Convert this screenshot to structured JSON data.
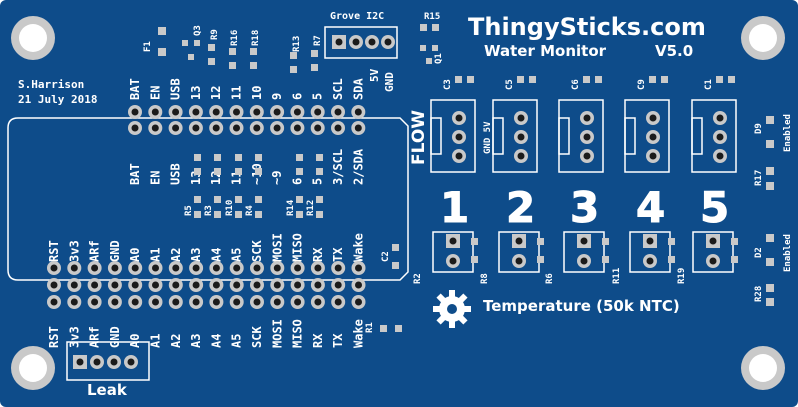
{
  "board": {
    "colors": {
      "pcb": "#0e4c8a",
      "silk": "#ffffff",
      "pad": "#c9c9c9",
      "hole": "#1b1b1b"
    },
    "brand": "ThingySticks.com",
    "product": "Water Monitor",
    "version": "V5.0",
    "author": "S.Harrison",
    "date": "21 July 2018",
    "grove_label": "Grove I2C",
    "grove_pins": [
      "5V",
      "GND"
    ],
    "flow_label": "FLOW",
    "flow_pin_label": "GND 5V",
    "channels": [
      "1",
      "2",
      "3",
      "4",
      "5"
    ],
    "temperature_label": "Temperature (50k NTC)",
    "leak_label": "Leak",
    "enabled_label": "Enabled",
    "header_top_outer": [
      "BAT",
      "EN",
      "USB",
      "13",
      "12",
      "11",
      "10",
      "9",
      "6",
      "5",
      "SCL",
      "SDA"
    ],
    "header_top_inner": [
      "BAT",
      "EN",
      "USB",
      "13",
      "12",
      "11",
      "~10",
      "~9",
      "6",
      "5",
      "3/SCL",
      "2/SDA"
    ],
    "header_bottom_inner": [
      "RST",
      "3v3",
      "ARf",
      "GND",
      "A0",
      "A1",
      "A2",
      "A3",
      "A4",
      "A5",
      "SCK",
      "MOSI",
      "MISO",
      "RX",
      "TX",
      "Wake"
    ],
    "header_bottom_outer": [
      "RST",
      "3v3",
      "ARf",
      "GND",
      "A0",
      "A1",
      "A2",
      "A3",
      "A4",
      "A5",
      "SCK",
      "MOSI",
      "MISO",
      "RX",
      "TX",
      "Wake"
    ],
    "refdes": {
      "f1": "F1",
      "q3": "Q3",
      "r9": "R9",
      "r16": "R16",
      "r18": "R18",
      "r13": "R13",
      "r7": "R7",
      "r15": "R15",
      "q1": "Q1",
      "r5": "R5",
      "r3": "R3",
      "r10": "R10",
      "r4": "R4",
      "r14": "R14",
      "r12": "R12",
      "c2": "C2",
      "r1": "R1",
      "c3": "C3",
      "c5": "C5",
      "c6": "C6",
      "c9": "C9",
      "c1": "C1",
      "d9": "D9",
      "r17": "R17",
      "d2": "D2",
      "r28": "R28",
      "r2": "R2",
      "r8": "R8",
      "r6": "R6",
      "r11": "R11",
      "r19": "R19"
    }
  }
}
